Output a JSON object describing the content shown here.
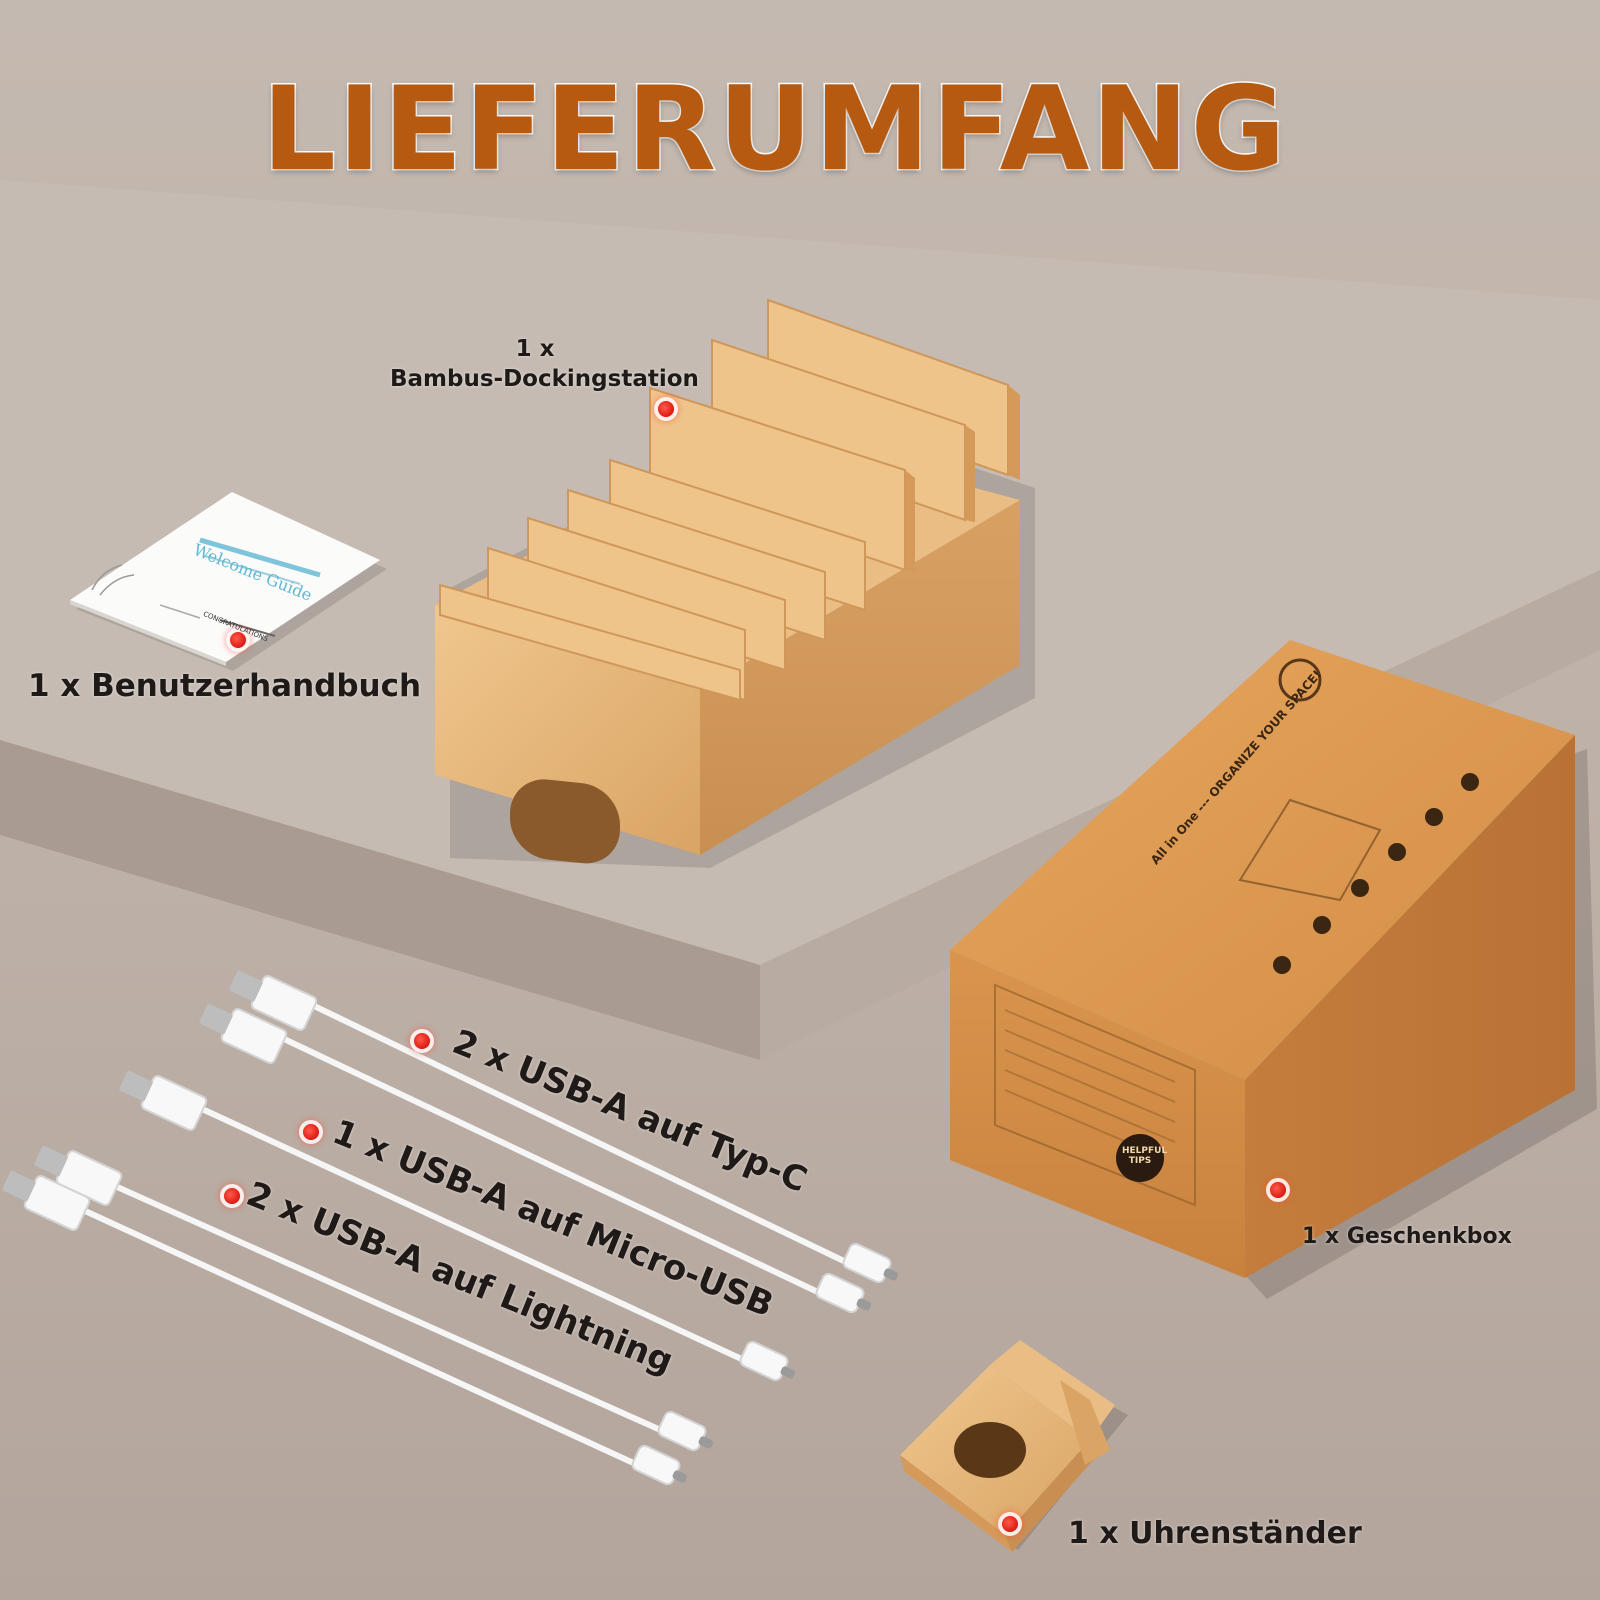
{
  "title": "LIEFERUMFANG",
  "items": {
    "dock": {
      "qty": "1 x",
      "name": "Bambus-Dockingstation"
    },
    "manual": {
      "label": "1 x Benutzerhandbuch",
      "cover_text": "Welcome Guide",
      "corner_text": "CONGRATULATIONS"
    },
    "cable_typec": {
      "label": "2 x USB-A auf Typ-C"
    },
    "cable_micro": {
      "label": "1 x USB-A auf Micro-USB"
    },
    "cable_lightning": {
      "label": "2 x USB-A auf Lightning"
    },
    "box": {
      "label": "1 x Geschenkbox",
      "top_text": "All in One --- ORGANIZE YOUR SPACE!",
      "badge_text": "HELPFUL TIPS"
    },
    "watch_stand": {
      "label": "1 x Uhrenständer"
    }
  },
  "colors": {
    "title_fill": "#b55a10",
    "title_stroke": "#ffffff",
    "bamboo": "#e3b47a",
    "box": "#d9954e",
    "marker": "#e2231a",
    "label_text": "#1f1a17"
  }
}
